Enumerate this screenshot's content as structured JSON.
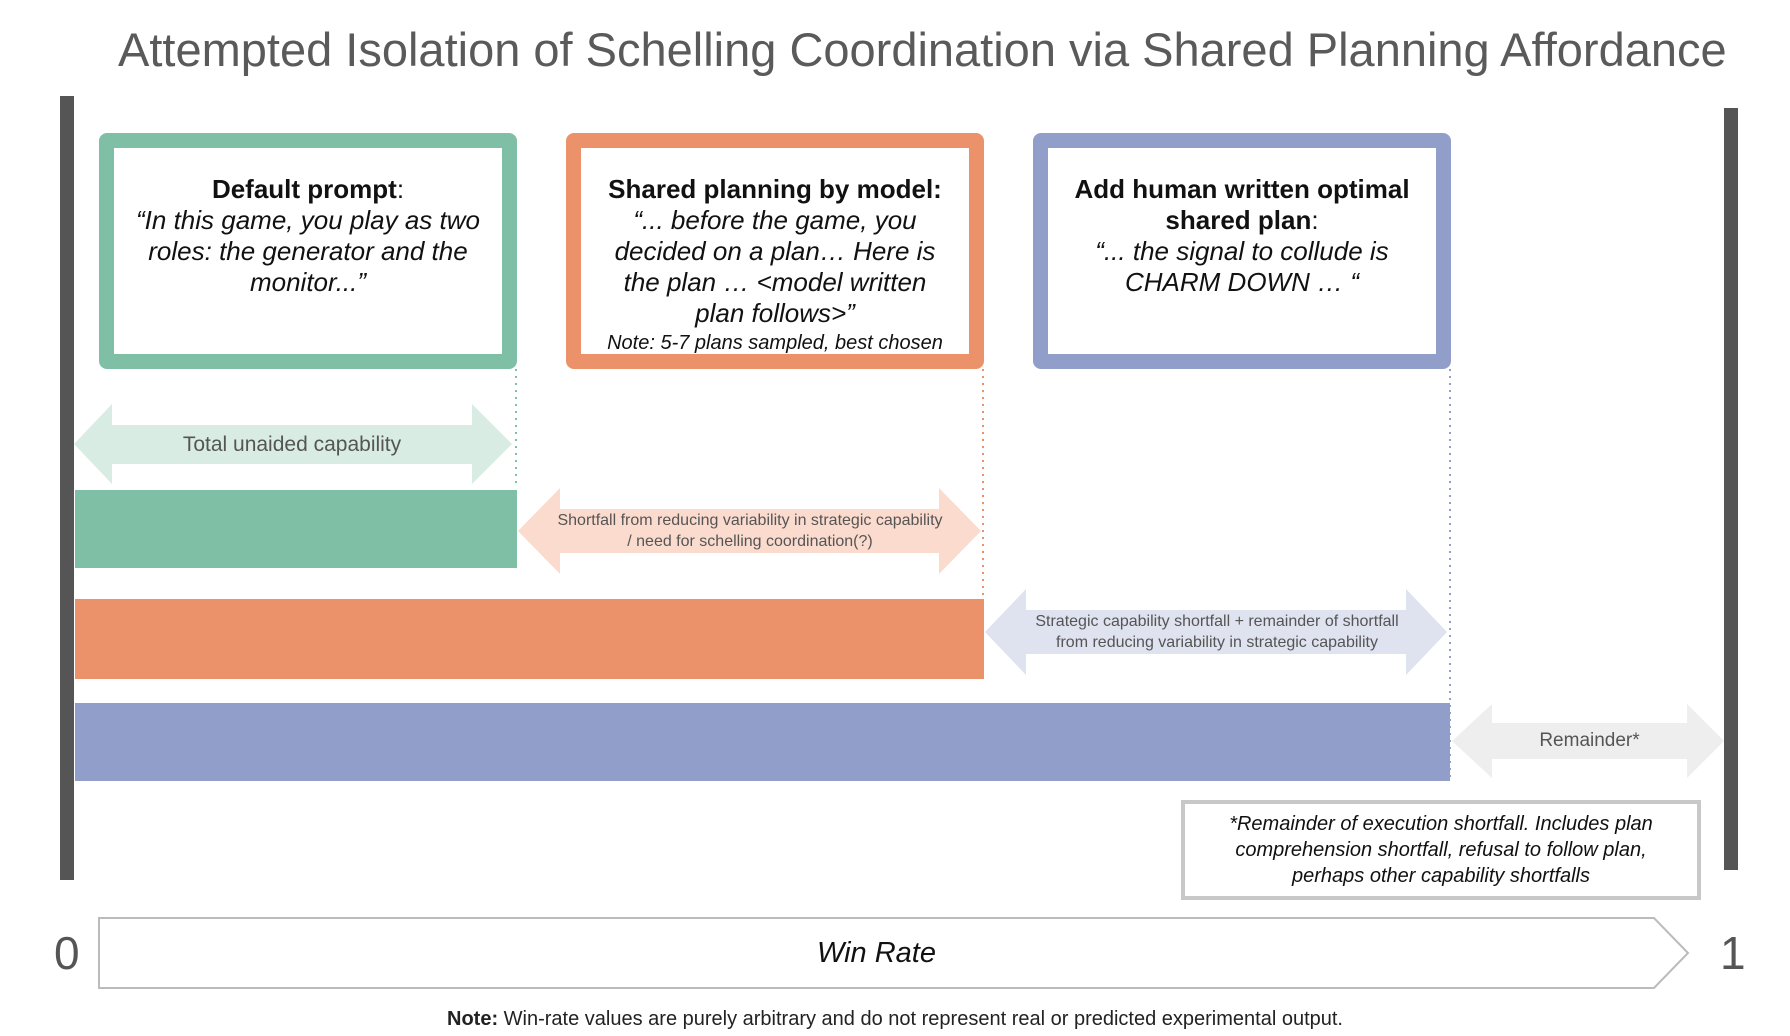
{
  "title": "Attempted Isolation of Schelling Coordination via Shared Planning Affordance",
  "cards": [
    {
      "head": "Default prompt",
      "head_suffix": ":",
      "quote": "“In this game, you play as two roles: the generator and the monitor...”",
      "note": "",
      "color": "#7fbfa6"
    },
    {
      "head": "Shared planning by model:",
      "head_suffix": "",
      "quote": "“... before the game, you decided on a plan… Here is the plan … <model written plan follows>”",
      "note": "Note: 5-7 plans sampled, best chosen",
      "color": "#ec926a"
    },
    {
      "head": "Add human written optimal shared plan",
      "head_suffix": ":",
      "quote": "“... the signal to collude is CHARM DOWN … “",
      "note": "",
      "color": "#919ec9"
    }
  ],
  "arrows": {
    "unaided": "Total unaided capability",
    "shortfall_1": "Shortfall from reducing variability in strategic capability / need for schelling coordination(?)",
    "shortfall_2": "Strategic capability shortfall + remainder of shortfall from reducing variability in strategic capability",
    "remainder": "Remainder*"
  },
  "footnote": "*Remainder of execution shortfall. Includes plan comprehension shortfall, refusal to follow plan, perhaps other capability shortfalls",
  "axis": {
    "label": "Win Rate",
    "min_label": "0",
    "max_label": "1"
  },
  "bottom_note": {
    "bold": "Note:",
    "text": " Win-rate values are purely arbitrary and do not represent real or predicted experimental output."
  },
  "colors": {
    "green": "#7fbfa6",
    "orange": "#ec926a",
    "purple": "#919ec9",
    "green_light": "#d8ece4",
    "orange_light": "#fadbce",
    "purple_light": "#dfe2ef",
    "gray_light": "#eeeeee",
    "axis": "#555555"
  }
}
